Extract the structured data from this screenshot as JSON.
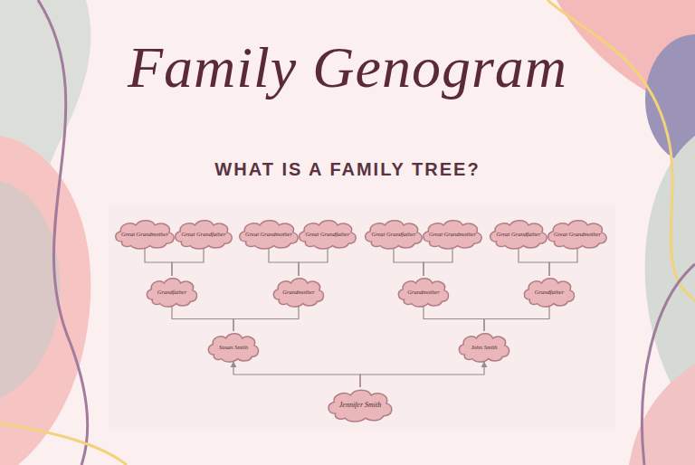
{
  "diagram": {
    "title": "Family Genogram",
    "nodes": [
      {
        "text": [
          "Great Grandmother"
        ]
      },
      {
        "text": [
          "Great Grandfather"
        ]
      },
      {
        "text": [
          "Great Grandmother"
        ]
      },
      {
        "text": [
          "Great Grandfather"
        ]
      },
      {
        "text": [
          "Great Grandfather"
        ]
      },
      {
        "text": [
          "Great Grandmother"
        ]
      },
      {
        "text": [
          "Great Grandfather"
        ]
      },
      {
        "text": [
          "Great Grandmother"
        ]
      },
      {
        "text": [
          "Grandfather"
        ]
      },
      {
        "text": [
          "Grandmother"
        ]
      },
      {
        "text": [
          "Grandmother"
        ]
      },
      {
        "text": [
          "Grandfather"
        ]
      },
      {
        "text": [
          "Susan Smith"
        ]
      },
      {
        "text": [
          "John Smith"
        ]
      },
      {
        "text": [
          "Jennifer Smith"
        ]
      }
    ],
    "edges": [
      {
        "from": 0,
        "to": 8,
        "arrow": "none"
      },
      {
        "from": 1,
        "to": 8,
        "arrow": "none"
      },
      {
        "from": 2,
        "to": 9,
        "arrow": "none"
      },
      {
        "from": 3,
        "to": 9,
        "arrow": "none"
      },
      {
        "from": 4,
        "to": 10,
        "arrow": "none"
      },
      {
        "from": 5,
        "to": 10,
        "arrow": "none"
      },
      {
        "from": 6,
        "to": 11,
        "arrow": "none"
      },
      {
        "from": 7,
        "to": 11,
        "arrow": "none"
      },
      {
        "from": 8,
        "to": 12,
        "arrow": "none"
      },
      {
        "from": 9,
        "to": 12,
        "arrow": "none"
      },
      {
        "from": 10,
        "to": 13,
        "arrow": "none"
      },
      {
        "from": 11,
        "to": 13,
        "arrow": "none"
      },
      {
        "from": 14,
        "to": 12,
        "arrow": "to"
      },
      {
        "from": 14,
        "to": 13,
        "arrow": "to"
      }
    ],
    "labels": [
      "WHAT IS A FAMILY TREE?"
    ]
  }
}
